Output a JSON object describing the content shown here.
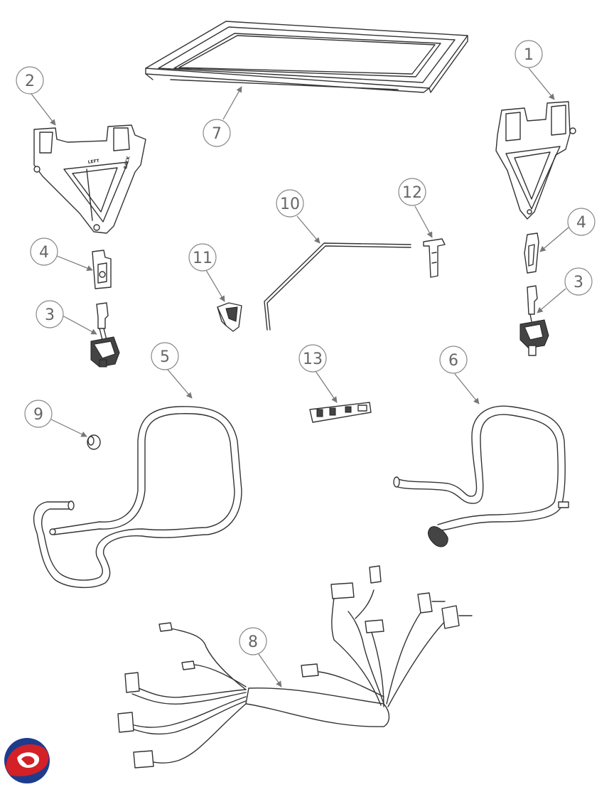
{
  "callouts": {
    "c1": "1",
    "c2": "2",
    "c3a": "3",
    "c3b": "3",
    "c4a": "4",
    "c4b": "4",
    "c5": "5",
    "c6": "6",
    "c7": "7",
    "c8": "8",
    "c9": "9",
    "c10": "10",
    "c11": "11",
    "c12": "12",
    "c13": "13"
  },
  "bracket_labels": {
    "left": "LEFT",
    "back": "BACK"
  },
  "colors": {
    "logo_red": "#d42027",
    "logo_blue": "#1e3c8c"
  },
  "logo": {
    "icon": "brand-swirl-logo"
  }
}
